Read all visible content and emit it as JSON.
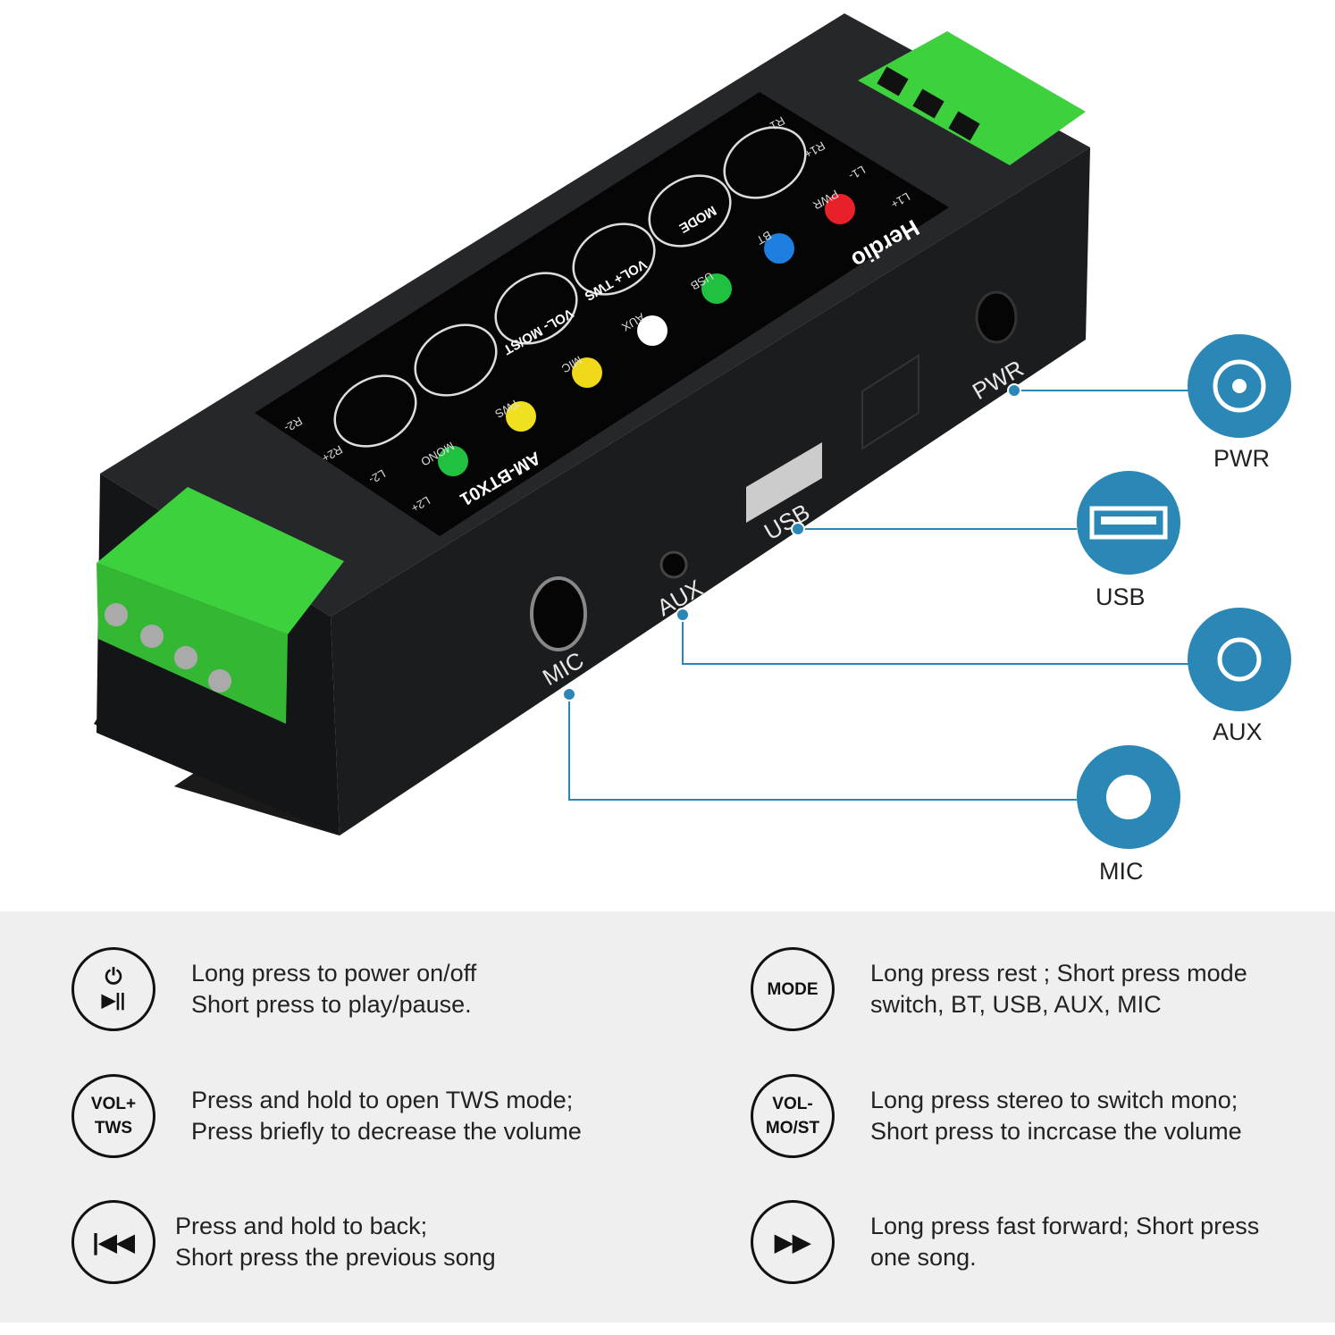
{
  "device": {
    "brand": "Herdio",
    "model": "AM-BTX01",
    "buttons": [
      "MODE",
      "VOL+ TWS",
      "VOL- MO/ST"
    ],
    "indicators": [
      {
        "label": "PWR",
        "color": "#e8202a"
      },
      {
        "label": "BT",
        "color": "#1f7fe0"
      },
      {
        "label": "USB",
        "color": "#20c040"
      },
      {
        "label": "AUX",
        "color": "#ffffff"
      },
      {
        "label": "MIC",
        "color": "#f0d81a"
      },
      {
        "label": "TWS",
        "color": "#f0e020"
      },
      {
        "label": "MONO",
        "color": "#20c040"
      }
    ],
    "terminal_labels": [
      "R1-",
      "R1+",
      "L1-",
      "L1+",
      "R2-",
      "R2+",
      "L2-",
      "L2+"
    ],
    "port_labels": [
      "PWR",
      "USB",
      "AUX",
      "MIC"
    ],
    "housing_color": "#1b1c1e",
    "terminal_color": "#3ed13e"
  },
  "callouts": {
    "color": "#2b87b6",
    "items": [
      {
        "label": "PWR",
        "icon": "dc-jack-icon"
      },
      {
        "label": "USB",
        "icon": "usb-port-icon"
      },
      {
        "label": "AUX",
        "icon": "aux-jack-icon"
      },
      {
        "label": "MIC",
        "icon": "mic-jack-icon"
      }
    ]
  },
  "legend": {
    "items": [
      {
        "button": [
          "⏻",
          "▶||"
        ],
        "icon": "power-play-pause-icon",
        "lines": [
          "Long press to power on/off",
          "Short press to play/pause."
        ]
      },
      {
        "button": [
          "MODE"
        ],
        "icon": "mode-button",
        "lines": [
          "Long press rest ; Short press mode",
          "switch,  BT,  USB,  AUX,  MIC"
        ]
      },
      {
        "button": [
          "VOL+",
          "TWS"
        ],
        "icon": "vol-plus-tws-button",
        "lines": [
          "Press and hold to open TWS mode;",
          "Press briefly to decrease the volume"
        ]
      },
      {
        "button": [
          "VOL-",
          "MO/ST"
        ],
        "icon": "vol-minus-most-button",
        "lines": [
          "Long press stereo to switch mono;",
          "Short press to incrcase the volume"
        ]
      },
      {
        "button": [
          "|◀◀"
        ],
        "icon": "previous-track-icon",
        "lines": [
          "Press and hold to back;",
          "Short press the previous song"
        ]
      },
      {
        "button": [
          "▶▶"
        ],
        "icon": "next-track-icon",
        "lines": [
          "Long press fast forward; Short press",
          "one song."
        ]
      }
    ]
  }
}
